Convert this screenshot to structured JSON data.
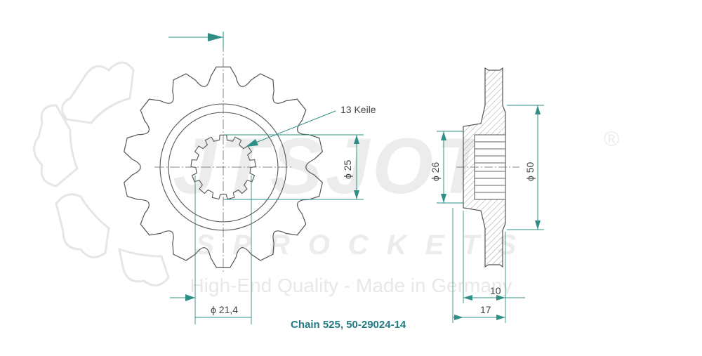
{
  "watermark": {
    "brand": "JTSJOT",
    "registered": "®",
    "sub": "SPROCKETS",
    "tagline": "High-End Quality - Made in Germany"
  },
  "front_view": {
    "teeth": 14,
    "splines_label": "13 Keile",
    "spline_diameter_label": "ϕ 25",
    "shoulder_diameter_label": "ϕ 21,4"
  },
  "side_view": {
    "bore_diameter_label": "ϕ 26",
    "hub_diameter_label": "ϕ 50",
    "hub_width_label": "10",
    "total_width_label": "17"
  },
  "caption": "Chain 525, 50-29024-14",
  "colors": {
    "outline": "#555555",
    "dimension": "#2f8f86",
    "caption": "#1f7a82",
    "watermark": "#ececec"
  }
}
